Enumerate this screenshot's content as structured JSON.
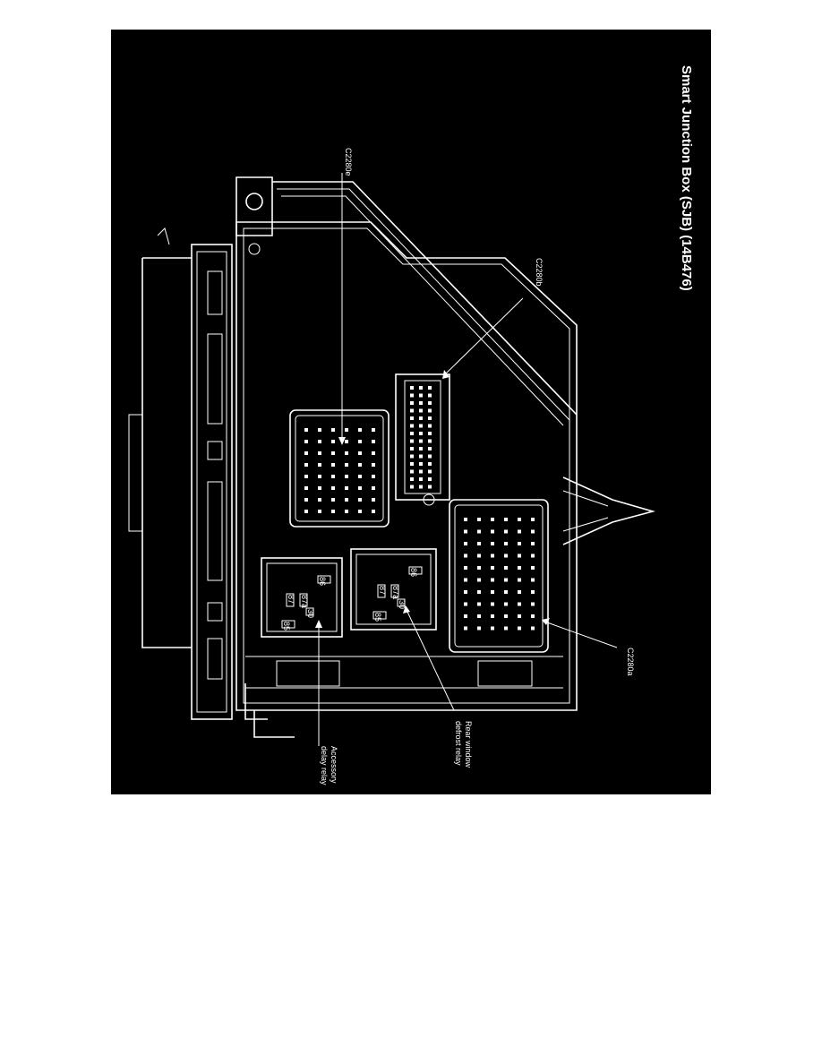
{
  "figure": {
    "title": "Smart Junction Box (SJB) (14B476)",
    "callouts": {
      "c2280e_top": "C2280e",
      "c2280b": "C2280b",
      "c2280a": "C2280a",
      "rear_defrost_line1": "Rear window",
      "rear_defrost_line2": "defrost relay",
      "accessory_line1": "Accessory",
      "accessory_line2": "delay relay"
    },
    "relay_pins": {
      "accessory": [
        "86",
        "87a",
        "87",
        "30",
        "85"
      ],
      "rear_defrost": [
        "86",
        "87a",
        "87",
        "30",
        "85"
      ]
    }
  }
}
